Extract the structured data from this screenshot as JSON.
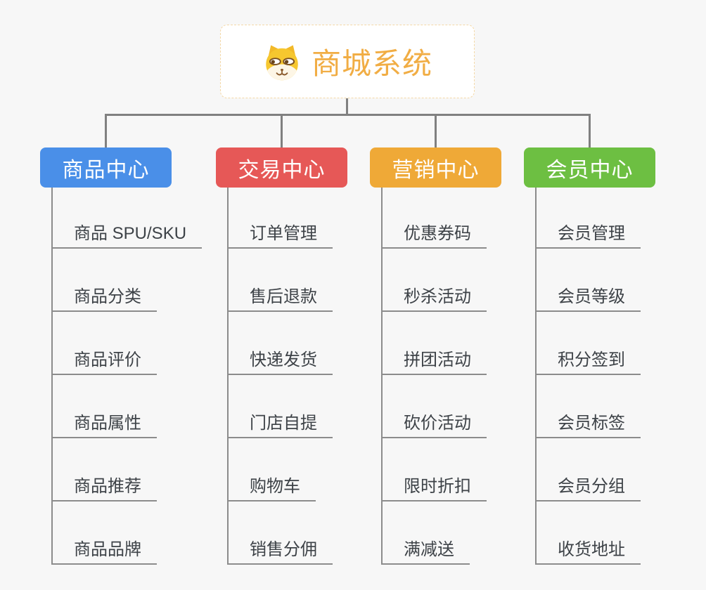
{
  "root": {
    "title": "商城系统",
    "icon": "shiba-dog-icon"
  },
  "colors": {
    "background": "#f7f7f7",
    "root_title": "#f1ad44",
    "root_border": "#f4d8a6",
    "connector": "#808080",
    "branch_line": "#8c8c8c",
    "child_text": "#3d4247"
  },
  "branches": [
    {
      "label": "商品中心",
      "color": "#4a8fe8",
      "children": [
        "商品 SPU/SKU",
        "商品分类",
        "商品评价",
        "商品属性",
        "商品推荐",
        "商品品牌"
      ]
    },
    {
      "label": "交易中心",
      "color": "#e65857",
      "children": [
        "订单管理",
        "售后退款",
        "快递发货",
        "门店自提",
        "购物车",
        "销售分佣"
      ]
    },
    {
      "label": "营销中心",
      "color": "#efa937",
      "children": [
        "优惠券码",
        "秒杀活动",
        "拼团活动",
        "砍价活动",
        "限时折扣",
        "满减送"
      ]
    },
    {
      "label": "会员中心",
      "color": "#6dbf42",
      "children": [
        "会员管理",
        "会员等级",
        "积分签到",
        "会员标签",
        "会员分组",
        "收货地址"
      ]
    }
  ]
}
